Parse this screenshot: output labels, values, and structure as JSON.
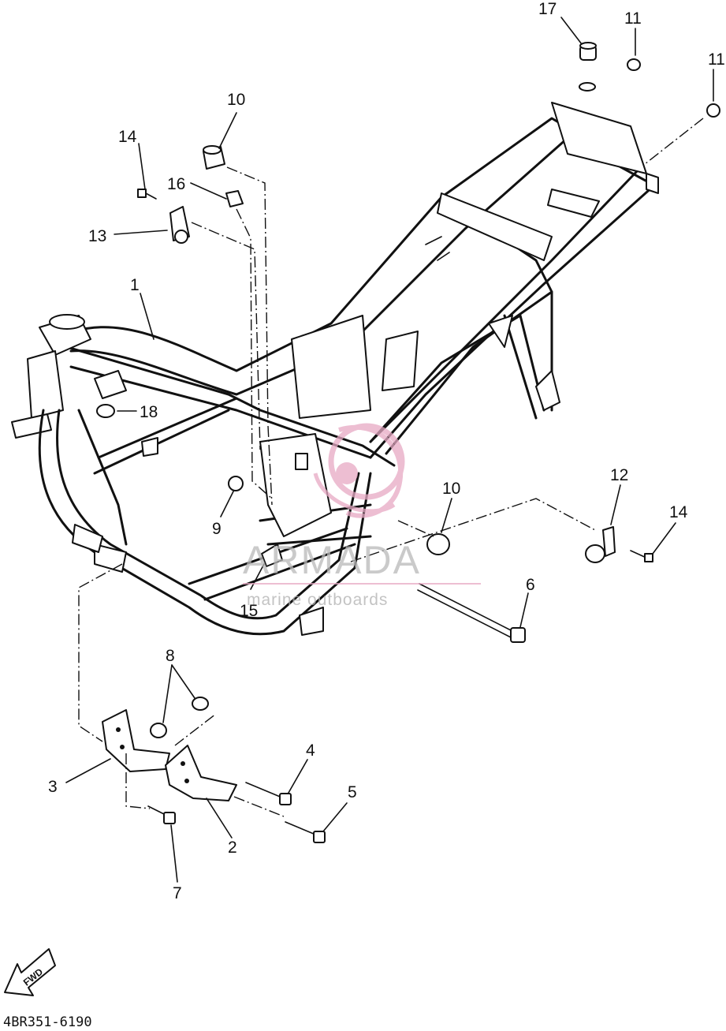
{
  "diagram": {
    "callouts": {
      "c1": "1",
      "c2": "2",
      "c3": "3",
      "c4": "4",
      "c5": "5",
      "c6": "6",
      "c7": "7",
      "c8": "8",
      "c9": "9",
      "c10a": "10",
      "c10b": "10",
      "c11a": "11",
      "c11b": "11",
      "c12": "12",
      "c13": "13",
      "c14a": "14",
      "c14b": "14",
      "c15": "15",
      "c16": "16",
      "c17": "17",
      "c18": "18"
    },
    "fwd_label": "FWD",
    "figure_code": "4BR351-6190"
  },
  "watermark": {
    "brand": "ARMADA",
    "tagline": "marine outboards",
    "color": "#e7a9c4"
  }
}
